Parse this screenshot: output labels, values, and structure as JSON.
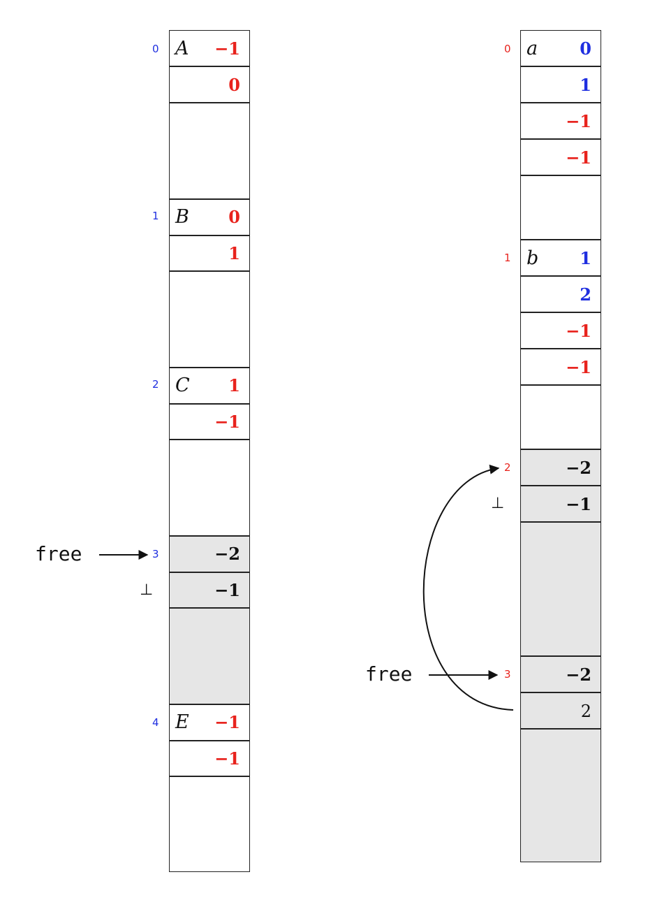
{
  "colors": {
    "red": "#e8231d",
    "blue": "#1f2fe0",
    "black": "#111111",
    "shade": "#e6e6e6",
    "rule": "#222222"
  },
  "left": {
    "indices": [
      "0",
      "1",
      "2",
      "3",
      "4"
    ],
    "letters": [
      "A",
      "B",
      "C",
      "E"
    ],
    "values": [
      "−1",
      "0",
      "0",
      "1",
      "1",
      "−1",
      "−2",
      "−1",
      "−1",
      "−1"
    ],
    "free_label": "free",
    "bottom_symbol": "⊥"
  },
  "right": {
    "indices": [
      "0",
      "1",
      "2",
      "3"
    ],
    "letters": [
      "a",
      "b"
    ],
    "values": [
      "0",
      "1",
      "−1",
      "−1",
      "1",
      "2",
      "−1",
      "−1",
      "−2",
      "−1",
      "−2",
      "2"
    ],
    "free_label": "free",
    "bottom_symbol": "⊥"
  }
}
